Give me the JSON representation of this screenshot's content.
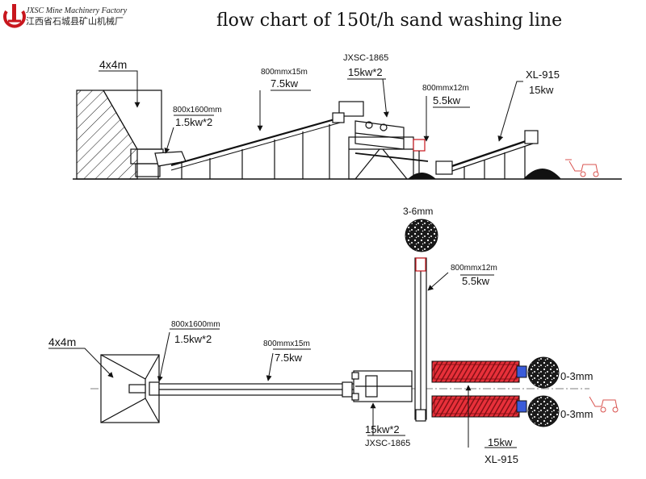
{
  "header": {
    "logo_en": "JXSC Mine Machinery Factory",
    "logo_cn": "江西省石城县矿山机械厂",
    "title": "flow chart of 150t/h sand washing line"
  },
  "side_view": {
    "hopper_size": "4x4m",
    "feeder_size": "800x1600mm",
    "feeder_power": "1.5kw*2",
    "conveyor1_size": "800mmx15m",
    "conveyor1_power": "7.5kw",
    "screen_model": "JXSC-1865",
    "screen_power": "15kw*2",
    "conveyor2_size": "800mmx12m",
    "conveyor2_power": "5.5kw",
    "washer_model": "XL-915",
    "washer_power": "15kw"
  },
  "top_view": {
    "hopper_size": "4x4m",
    "feeder_size": "800x1600mm",
    "feeder_power": "1.5kw*2",
    "conveyor1_size": "800mmx15m",
    "conveyor1_power": "7.5kw",
    "product_coarse": "3-6mm",
    "conveyor2_size": "800mmx12m",
    "conveyor2_power": "5.5kw",
    "screen_power": "15kw*2",
    "screen_model": "JXSC-1865",
    "product_fine_1": "0-3mm",
    "product_fine_2": "0-3mm",
    "washer_power": "15kw",
    "washer_model": "XL-915"
  }
}
